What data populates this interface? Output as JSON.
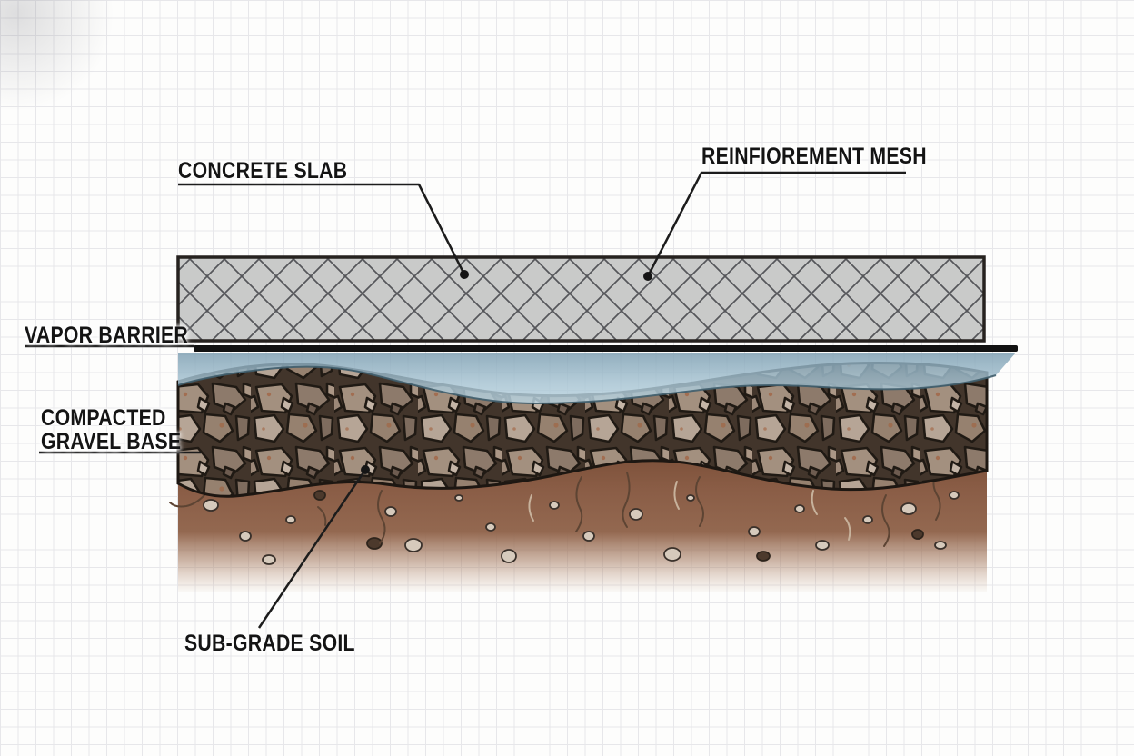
{
  "diagram": {
    "subject": "concrete-slab-foundation-cross-section",
    "labels": {
      "concrete_slab": "CONCRETE SLAB",
      "reinforcement_mesh": "REINFIOREMENT MESH",
      "vapor_barrier": "VAPOR BARRIER",
      "compacted_gravel_base_line1": "COMPACTED",
      "compacted_gravel_base_line2": "GRAVEL BASE",
      "sub_grade_soil": "SUB-GRADE SOIL"
    },
    "colors": {
      "paper": "#fdfdfc",
      "grid_line": "#e7e7ea",
      "label_text": "#141414",
      "leader_line": "#1c1c1c",
      "concrete_fill": "#c9cac9",
      "hatch_line": "#55565a",
      "outline_dark": "#26221f",
      "vapor_barrier_line": "#121212",
      "vapor_sheet_top": "#7e9fb2",
      "vapor_sheet_bottom": "#bcd5e1",
      "gravel_gap": "#42352b",
      "rock_light": "#b6a596",
      "rock_mid": "#a3907f",
      "rock_dark": "#7e6c5e",
      "soil_brown": "#8a5d46"
    }
  }
}
